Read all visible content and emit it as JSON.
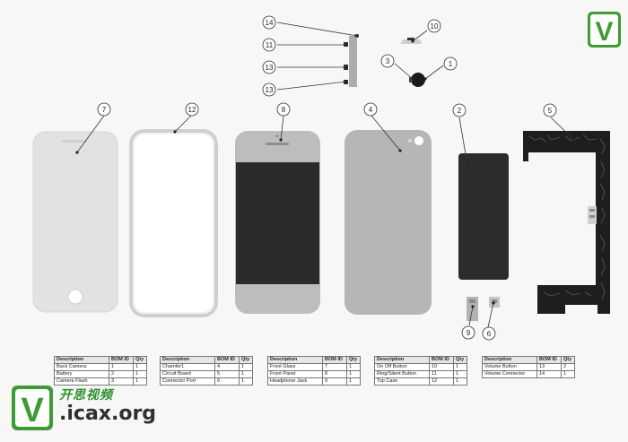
{
  "callouts": [
    "1",
    "2",
    "3",
    "4",
    "5",
    "6",
    "7",
    "8",
    "9",
    "10",
    "11",
    "12",
    "13",
    "14"
  ],
  "bom_tables": [
    {
      "headers": [
        "Description",
        "BOM ID",
        "Qty"
      ],
      "rows": [
        [
          "Back Camera",
          "1",
          "1"
        ],
        [
          "Battery",
          "2",
          "1"
        ],
        [
          "Camera Flash",
          "3",
          "1"
        ]
      ]
    },
    {
      "headers": [
        "Description",
        "BOM ID",
        "Qty"
      ],
      "rows": [
        [
          "Chamfer1",
          "4",
          "1"
        ],
        [
          "Circuit Board",
          "5",
          "1"
        ],
        [
          "Connector Port",
          "6",
          "1"
        ]
      ]
    },
    {
      "headers": [
        "Description",
        "BOM ID",
        "Qty"
      ],
      "rows": [
        [
          "Front Glass",
          "7",
          "1"
        ],
        [
          "Front Panel",
          "8",
          "1"
        ],
        [
          "Headphone Jack",
          "9",
          "1"
        ]
      ]
    },
    {
      "headers": [
        "Description",
        "BOM ID",
        "Qty"
      ],
      "rows": [
        [
          "On Off Button",
          "10",
          "1"
        ],
        [
          "Ring/Silent Button",
          "11",
          "1"
        ],
        [
          "Top Case",
          "12",
          "1"
        ]
      ]
    },
    {
      "headers": [
        "Description",
        "BOM ID",
        "Qty"
      ],
      "rows": [
        [
          "Volume Button",
          "13",
          "2"
        ],
        [
          "Volume Connector",
          "14",
          "1"
        ]
      ]
    }
  ],
  "watermark": {
    "logo_letter": "V",
    "line1": "开思视频",
    "line2": ".icax.org"
  },
  "colors": {
    "logo_green": "#3f9b35",
    "watermark_green": "#2c8f2c",
    "screen": "#2b2b2b",
    "board": "#1e1e1e"
  }
}
